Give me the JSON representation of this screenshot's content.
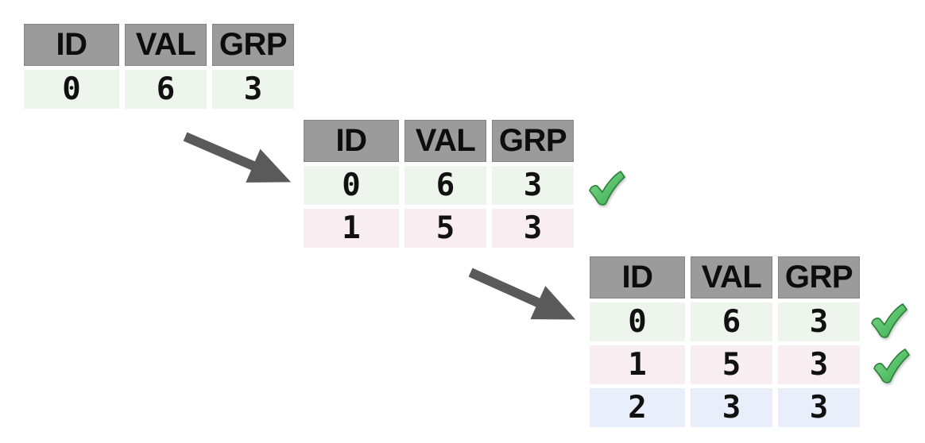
{
  "columns": [
    "ID",
    "VAL",
    "GRP"
  ],
  "steps": [
    {
      "rows": [
        {
          "cells": [
            "0",
            "6",
            "3"
          ],
          "color": "green",
          "checked": false
        }
      ]
    },
    {
      "rows": [
        {
          "cells": [
            "0",
            "6",
            "3"
          ],
          "color": "green",
          "checked": true
        },
        {
          "cells": [
            "1",
            "5",
            "3"
          ],
          "color": "pink",
          "checked": false
        }
      ]
    },
    {
      "rows": [
        {
          "cells": [
            "0",
            "6",
            "3"
          ],
          "color": "green",
          "checked": true
        },
        {
          "cells": [
            "1",
            "5",
            "3"
          ],
          "color": "pink",
          "checked": true
        },
        {
          "cells": [
            "2",
            "3",
            "3"
          ],
          "color": "blue",
          "checked": false
        }
      ]
    }
  ],
  "icons": {
    "arrow": "arrow-icon",
    "check": "checkmark-icon"
  },
  "colors": {
    "header_bg": "#9b9b9b",
    "header_border": "#838383",
    "row_green": "#edf5ec",
    "row_pink": "#f8eef2",
    "row_blue": "#e8eefa",
    "arrow": "#5a5a5a",
    "check_green": "#3fae4f",
    "check_outline": "#2a8038",
    "text": "#111111",
    "background": "#ffffff"
  }
}
